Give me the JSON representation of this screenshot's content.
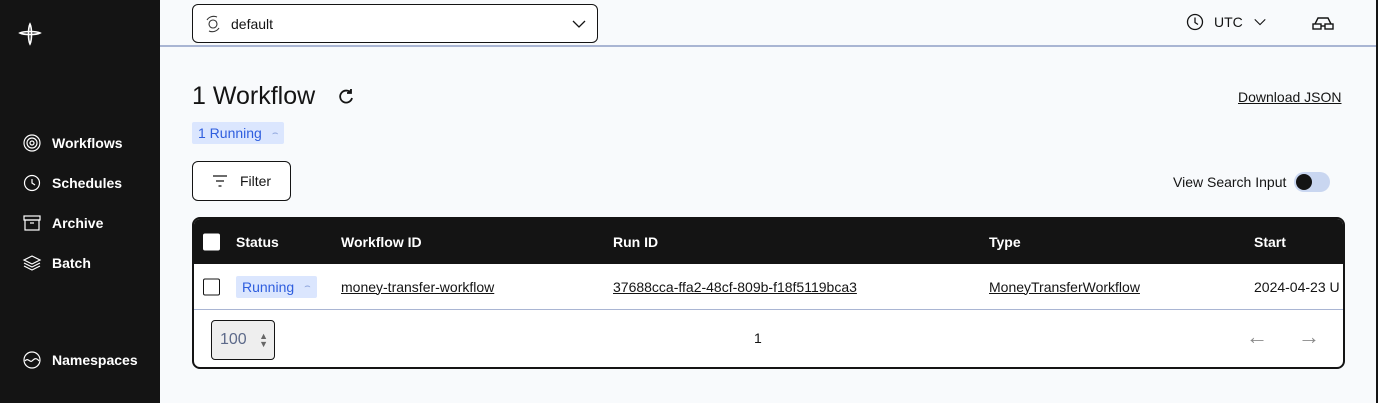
{
  "sidebar": {
    "items": [
      {
        "label": "Workflows",
        "icon": "workflows-icon"
      },
      {
        "label": "Schedules",
        "icon": "schedules-icon"
      },
      {
        "label": "Archive",
        "icon": "archive-icon"
      },
      {
        "label": "Batch",
        "icon": "batch-icon"
      },
      {
        "label": "Namespaces",
        "icon": "namespaces-icon"
      }
    ]
  },
  "topbar": {
    "namespace": "default",
    "timezone": "UTC"
  },
  "main": {
    "title": "1 Workflow",
    "download_label": "Download JSON",
    "status_count": "1 Running",
    "filter_label": "Filter",
    "view_search_label": "View Search Input",
    "view_search_on": false
  },
  "table": {
    "columns": [
      "Status",
      "Workflow ID",
      "Run ID",
      "Type",
      "Start"
    ],
    "rows": [
      {
        "status": "Running",
        "workflow_id": "money-transfer-workflow",
        "run_id": "37688cca-ffa2-48cf-809b-f18f5119bca3",
        "type": "MoneyTransferWorkflow",
        "start": "2024-04-23 U"
      }
    ],
    "per_page": "100",
    "page": "1"
  },
  "colors": {
    "sidebar": "#141414",
    "running_bg": "#dbe6fe",
    "running_text": "#2f5ede"
  }
}
